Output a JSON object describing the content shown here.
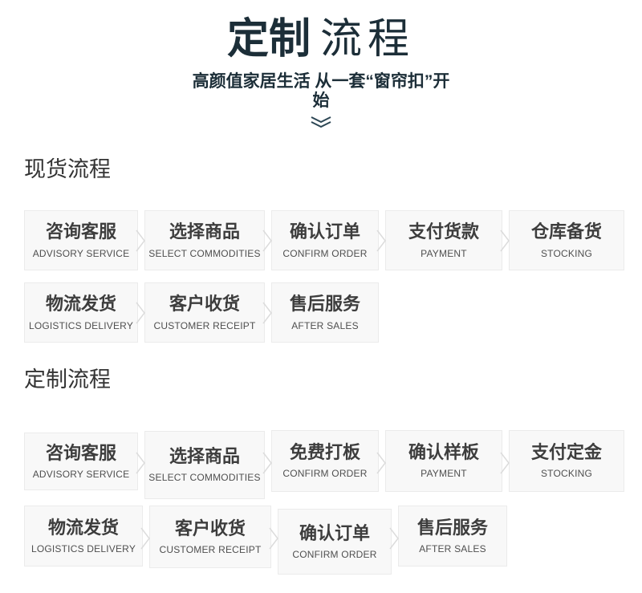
{
  "hero": {
    "title_bold": "定制",
    "title_light": "流程",
    "subtitle_line1": "高颜值家居生活 从一套“窗帘扣”开",
    "subtitle_line2": "始",
    "accent_color": "#1c2e38",
    "chevron_icon": "double-chevron-down"
  },
  "sections": [
    {
      "heading": "现货流程",
      "rows": [
        {
          "steps": [
            {
              "title": "咨询客服",
              "caption": "ADVISORY SERVICE"
            },
            {
              "title": "选择商品",
              "caption": "SELECT COMMODITIES"
            },
            {
              "title": "确认订单",
              "caption": "CONFIRM ORDER"
            },
            {
              "title": "支付货款",
              "caption": "PAYMENT"
            },
            {
              "title": "仓库备货",
              "caption": "STOCKING"
            }
          ]
        },
        {
          "steps": [
            {
              "title": "物流发货",
              "caption": "LOGISTICS DELIVERY"
            },
            {
              "title": "客户收货",
              "caption": "CUSTOMER RECEIPT"
            },
            {
              "title": "售后服务",
              "caption": "AFTER SALES"
            }
          ]
        }
      ]
    },
    {
      "heading": "定制流程",
      "rows": [
        {
          "steps": [
            {
              "title": "咨询客服",
              "caption": "ADVISORY SERVICE"
            },
            {
              "title": "选择商品",
              "caption": "SELECT COMMODITIES"
            },
            {
              "title": "免费打板",
              "caption": "CONFIRM ORDER"
            },
            {
              "title": "确认样板",
              "caption": "PAYMENT"
            },
            {
              "title": "支付定金",
              "caption": "STOCKING"
            }
          ]
        },
        {
          "steps": [
            {
              "title": "物流发货",
              "caption": "LOGISTICS DELIVERY"
            },
            {
              "title": "客户收货",
              "caption": "CUSTOMER RECEIPT"
            },
            {
              "title": "确认订单",
              "caption": "CONFIRM ORDER"
            },
            {
              "title": "售后服务",
              "caption": "AFTER SALES"
            }
          ]
        }
      ]
    }
  ],
  "colors": {
    "accent": "#1c2e38",
    "card_bg": "#f8f8f8",
    "card_border": "#ebebeb",
    "separator": "#dcdcdc"
  }
}
